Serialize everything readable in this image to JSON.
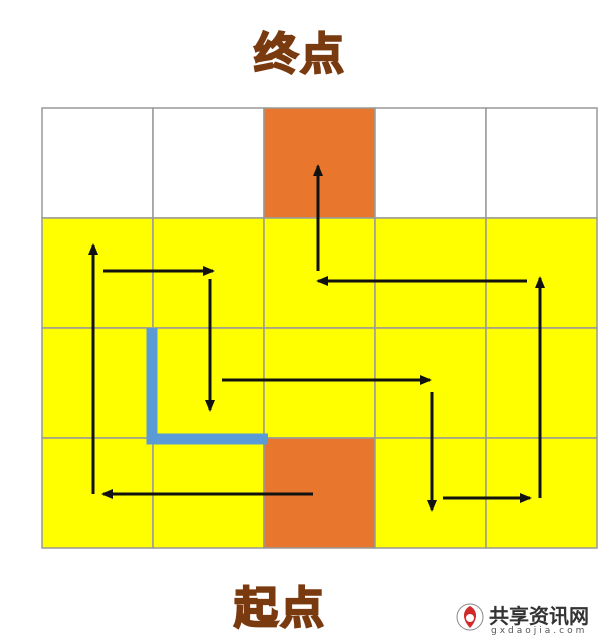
{
  "labels": {
    "end": "终点",
    "start": "起点"
  },
  "grid": {
    "rows": 4,
    "cols": 5,
    "cells": [
      [
        "white",
        "white",
        "orange",
        "white",
        "white"
      ],
      [
        "yellow",
        "yellow",
        "yellow",
        "yellow",
        "yellow"
      ],
      [
        "yellow",
        "yellow",
        "yellow",
        "yellow",
        "yellow"
      ],
      [
        "yellow",
        "yellow",
        "orange",
        "yellow",
        "yellow"
      ]
    ]
  },
  "colors": {
    "white": "#ffffff",
    "yellow": "#ffff00",
    "orange": "#e8762d",
    "grid_line": "#999999",
    "arrow": "#111111",
    "wall": "#5b9bd5",
    "label_fill": "#e87a2e",
    "label_stroke": "#7a3a10"
  },
  "watermark": {
    "title": "共享资讯网",
    "url": "gxdaojia.com"
  }
}
